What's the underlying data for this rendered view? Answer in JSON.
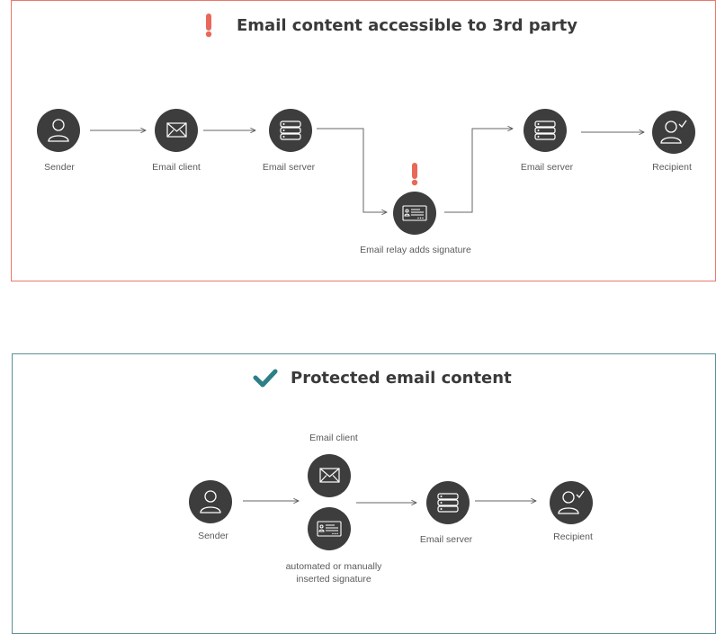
{
  "top": {
    "title": "Email content accessible to 3rd party",
    "nodes": {
      "sender": "Sender",
      "client": "Email client",
      "server1": "Email server",
      "relay": "Email relay adds signature",
      "server2": "Email server",
      "recipient": "Recipient"
    },
    "accent": "#e8685a"
  },
  "bottom": {
    "title": "Protected email content",
    "nodes": {
      "sender": "Sender",
      "client": "Email client",
      "signature_line1": "automated or manually",
      "signature_line2": "inserted signature",
      "server": "Email server",
      "recipient": "Recipient"
    },
    "accent": "#2d7f86"
  },
  "icons": {
    "warning": "exclamation-icon",
    "check": "checkmark-icon",
    "person": "person-icon",
    "envelope": "envelope-icon",
    "server": "server-icon",
    "signature": "signature-card-icon"
  }
}
